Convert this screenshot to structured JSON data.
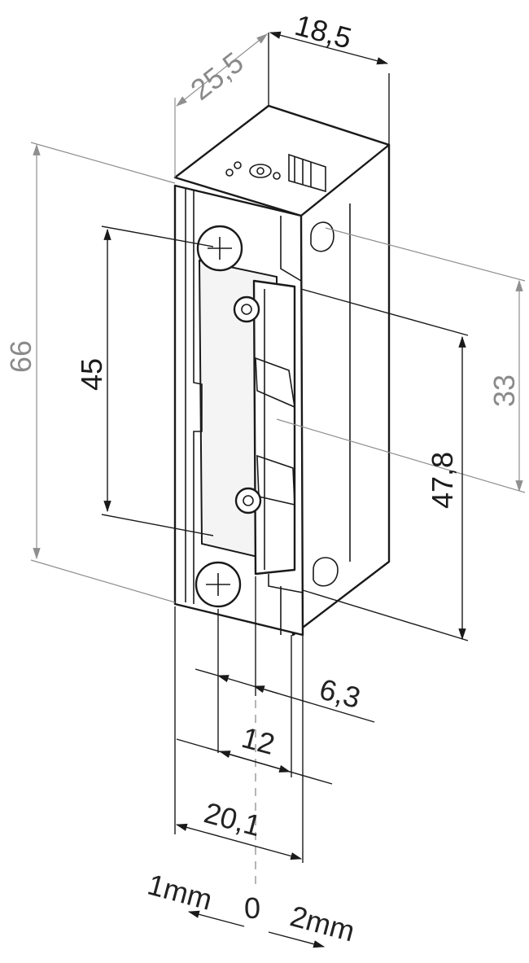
{
  "drawing": {
    "dimensions": {
      "depth": "18,5",
      "width_top": "25,5",
      "height_total": "66",
      "height_screws": "45",
      "latch_height": "33",
      "faceplate_height": "47,8",
      "latch_offset": "6,3",
      "screw_to_latch": "12",
      "faceplate_width": "20,1"
    },
    "adjustment_scale": {
      "minus": "1mm",
      "zero": "0",
      "plus": "2mm"
    }
  }
}
